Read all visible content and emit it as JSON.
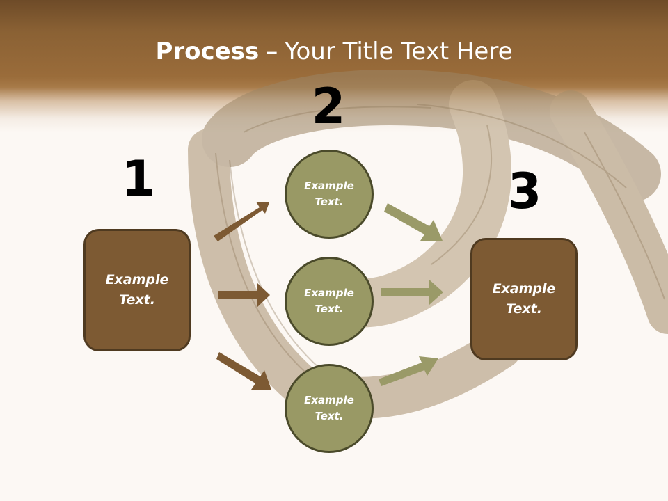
{
  "slide": {
    "title_strong": "Process",
    "title_separator": "–",
    "title_rest": "Your Title Text Here"
  },
  "steps": {
    "one": "1",
    "two": "2",
    "three": "3"
  },
  "left_box": {
    "text": "Example Text."
  },
  "circles": [
    {
      "text": "Example Text."
    },
    {
      "text": "Example Text."
    },
    {
      "text": "Example Text."
    }
  ],
  "right_box": {
    "text": "Example Text."
  },
  "colors": {
    "header_brown": "#8a6134",
    "box_brown": "#7d5a33",
    "circle_olive": "#999965",
    "left_arrow": "#7d5a33",
    "right_arrow": "#9a9a68"
  }
}
